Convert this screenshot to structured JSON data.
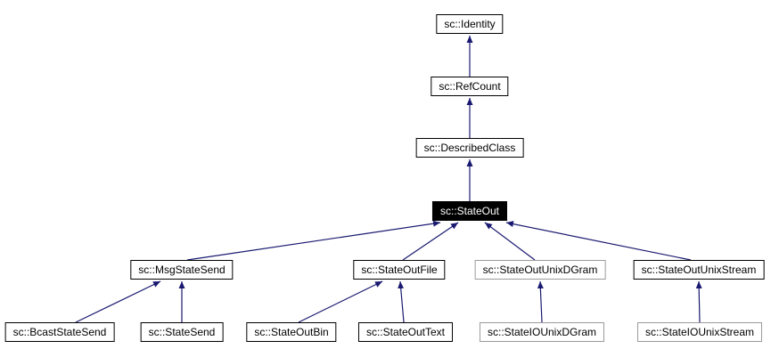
{
  "diagram": {
    "type": "class-inheritance-graph",
    "arrow_color": "#191970",
    "current_class_bg": "#000000",
    "current_class_fg": "#ffffff",
    "nodes": [
      {
        "id": "identity",
        "label": "sc::Identity",
        "style": "normal"
      },
      {
        "id": "refcount",
        "label": "sc::RefCount",
        "style": "normal"
      },
      {
        "id": "describedclass",
        "label": "sc::DescribedClass",
        "style": "normal"
      },
      {
        "id": "stateout",
        "label": "sc::StateOut",
        "style": "current"
      },
      {
        "id": "msgstatesend",
        "label": "sc::MsgStateSend",
        "style": "normal"
      },
      {
        "id": "stateoutfile",
        "label": "sc::StateOutFile",
        "style": "normal"
      },
      {
        "id": "stateoutunixdgram",
        "label": "sc::StateOutUnixDGram",
        "style": "gray"
      },
      {
        "id": "stateoutunixstream",
        "label": "sc::StateOutUnixStream",
        "style": "normal"
      },
      {
        "id": "bcaststatesend",
        "label": "sc::BcastStateSend",
        "style": "normal"
      },
      {
        "id": "statesend",
        "label": "sc::StateSend",
        "style": "normal"
      },
      {
        "id": "stateoutbin",
        "label": "sc::StateOutBin",
        "style": "normal"
      },
      {
        "id": "stateouttext",
        "label": "sc::StateOutText",
        "style": "normal"
      },
      {
        "id": "stateiounixdgram",
        "label": "sc::StateIOUnixDGram",
        "style": "gray"
      },
      {
        "id": "stateiounixstream",
        "label": "sc::StateIOUnixStream",
        "style": "gray"
      }
    ],
    "edges": [
      {
        "from": "refcount",
        "to": "identity"
      },
      {
        "from": "describedclass",
        "to": "refcount"
      },
      {
        "from": "stateout",
        "to": "describedclass"
      },
      {
        "from": "msgstatesend",
        "to": "stateout"
      },
      {
        "from": "stateoutfile",
        "to": "stateout"
      },
      {
        "from": "stateoutunixdgram",
        "to": "stateout"
      },
      {
        "from": "stateoutunixstream",
        "to": "stateout"
      },
      {
        "from": "bcaststatesend",
        "to": "msgstatesend"
      },
      {
        "from": "statesend",
        "to": "msgstatesend"
      },
      {
        "from": "stateoutbin",
        "to": "stateoutfile"
      },
      {
        "from": "stateouttext",
        "to": "stateoutfile"
      },
      {
        "from": "stateiounixdgram",
        "to": "stateoutunixdgram"
      },
      {
        "from": "stateiounixstream",
        "to": "stateoutunixstream"
      }
    ]
  }
}
